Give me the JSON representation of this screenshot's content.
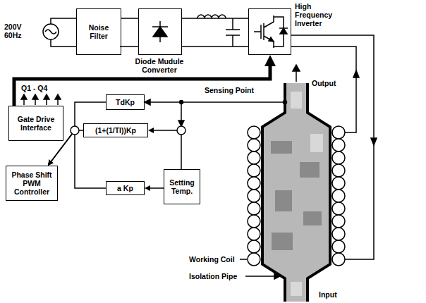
{
  "diagram": {
    "nodes": [
      {
        "text": [
          "Noise Filter"
        ]
      },
      {
        "text": [
          "Diode Mudule Converter"
        ]
      },
      {
        "text": [
          "High Frequency Inverter"
        ]
      },
      {
        "text": [
          "Gate Drive Interface"
        ]
      },
      {
        "text": [
          "TdKp"
        ]
      },
      {
        "text": [
          "(1+(1/TI))Kp"
        ]
      },
      {
        "text": [
          "Phase Shift PWM Controller"
        ]
      },
      {
        "text": [
          "a Kp"
        ]
      },
      {
        "text": [
          "Setting Temp."
        ]
      }
    ],
    "edges": [
      {
        "from": 0,
        "to": 1,
        "arrow": "none"
      },
      {
        "from": 1,
        "to": 2,
        "arrow": "none"
      },
      {
        "from": 3,
        "to": 2,
        "arrow": "to"
      },
      {
        "from": 4,
        "to": 6,
        "arrow": "to"
      },
      {
        "from": 5,
        "to": 6,
        "arrow": "to"
      },
      {
        "from": 7,
        "to": 6,
        "arrow": "to"
      },
      {
        "from": 8,
        "to": 5,
        "arrow": "to"
      },
      {
        "from": 8,
        "to": 7,
        "arrow": "to"
      }
    ],
    "labels": [
      "200V 60Hz",
      "Q1 - Q4",
      "Sensing Point",
      "Output",
      "Working Coil",
      "Isolation Pipe",
      "Input"
    ]
  }
}
